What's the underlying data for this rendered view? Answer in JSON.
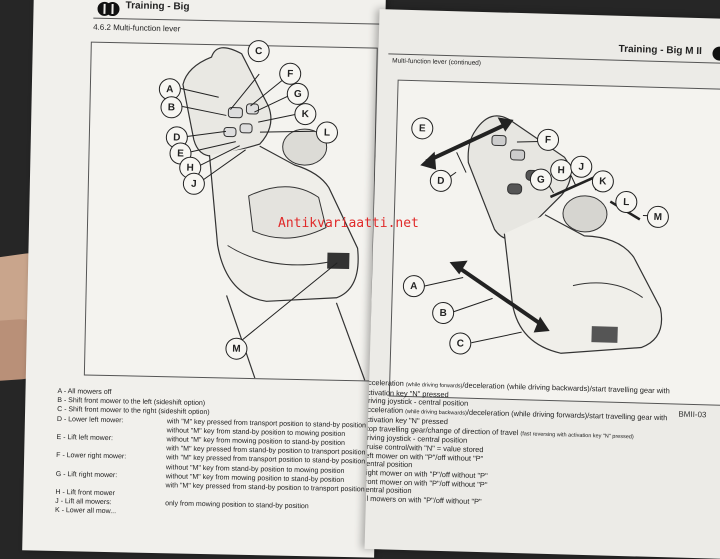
{
  "left_page": {
    "header_title": "Training - Big",
    "section": "4.6.2  Multi-function lever",
    "callouts": [
      "C",
      "F",
      "A",
      "G",
      "B",
      "K",
      "D",
      "L",
      "E",
      "H",
      "J",
      "M"
    ],
    "legend": [
      {
        "key": "A  -  All mowers off",
        "text": ""
      },
      {
        "key": "B  -  Shift front mower to the left (sideshift option)",
        "text": ""
      },
      {
        "key": "C  -  Shift front mower to the right (sideshift option)",
        "text": ""
      },
      {
        "key": "D  -  Lower left mower:",
        "text": "with \"M\" key pressed from transport position to stand-by position"
      },
      {
        "key": "",
        "text": "without \"M\" key from stand-by position to mowing position"
      },
      {
        "key": "E  -  Lift left mower:",
        "text": "without \"M\" key from mowing position to stand-by position"
      },
      {
        "key": "",
        "text": "with \"M\" key pressed from stand-by position to transport position"
      },
      {
        "key": "F  -  Lower right mower:",
        "text": "with \"M\" key pressed from transport position to stand-by position"
      },
      {
        "key": "",
        "text": "without \"M\" key from stand-by position to mowing position"
      },
      {
        "key": "G  -  Lift right mower:",
        "text": "without \"M\" key from mowing position to stand-by position"
      },
      {
        "key": "",
        "text": "with \"M\" key pressed from stand-by position to transport position"
      },
      {
        "key": "H  -  Lift front mower",
        "text": ""
      },
      {
        "key": "J  -  Lift all mowers:",
        "text": "only from mowing position to stand-by position"
      },
      {
        "key": "K  -  Lower all mow...",
        "text": ""
      }
    ]
  },
  "right_page": {
    "header_title": "Training - Big M II",
    "section": "Multi-function lever (continued)",
    "callouts": [
      "E",
      "F",
      "D",
      "G",
      "H",
      "J",
      "K",
      "L",
      "M",
      "A",
      "B",
      "C"
    ],
    "figure_code": "BMII-03",
    "text_lines": [
      {
        "main": "Acceleration ",
        "small": "(while driving forwards)",
        "rest": "/deceleration (while driving backwards)/start travelling gear with"
      },
      {
        "main": "activation key \"N\" pressed",
        "small": "",
        "rest": ""
      },
      {
        "main": "Driving joystick - central position",
        "small": "",
        "rest": ""
      },
      {
        "main": "Acceleration ",
        "small": "(while driving backwards)",
        "rest": "/deceleration (while driving forwards)/start travelling gear with"
      },
      {
        "main": "activation key \"N\" pressed",
        "small": "",
        "rest": ""
      },
      {
        "main": "Stop travelling gear/change of direction of travel ",
        "small": "(fast reversing with activation key \"N\" pressed)",
        "rest": ""
      },
      {
        "main": "Driving joystick - central position",
        "small": "",
        "rest": ""
      },
      {
        "main": "Cruise control/with \"N\" = value stored",
        "small": "",
        "rest": ""
      },
      {
        "main": "Left mower on with \"P\"/off without \"P\"",
        "small": "",
        "rest": ""
      },
      {
        "main": "Central position",
        "small": "",
        "rest": ""
      },
      {
        "main": "Right mower on with \"P\"/off without \"P\"",
        "small": "",
        "rest": ""
      },
      {
        "main": "Front mower on with \"P\"/off without \"P\"",
        "small": "",
        "rest": ""
      },
      {
        "main": "Central position",
        "small": "",
        "rest": ""
      },
      {
        "main": "All mowers on with \"P\"/off without \"P\"",
        "small": "",
        "rest": ""
      }
    ]
  },
  "watermark": "Antikvariaatti.net"
}
